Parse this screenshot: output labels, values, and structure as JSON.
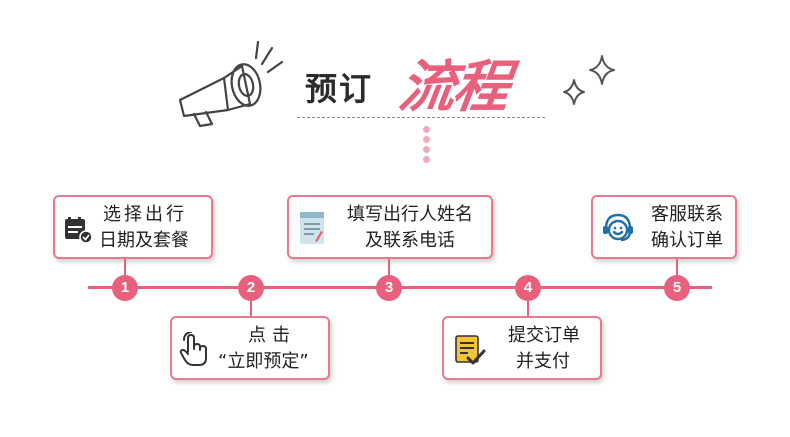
{
  "header": {
    "title_main": "预订",
    "title_accent": "流程"
  },
  "steps": [
    {
      "number": "1",
      "line1": "选择出行",
      "line2": "日期及套餐",
      "icon": "calendar-check-icon"
    },
    {
      "number": "2",
      "line1": "点击",
      "line2": "“立即预定”",
      "icon": "hand-pointer-icon"
    },
    {
      "number": "3",
      "line1": "填写出行人姓名",
      "line2": "及联系电话",
      "icon": "notepad-icon"
    },
    {
      "number": "4",
      "line1": "提交订单",
      "line2": "并支付",
      "icon": "document-check-icon"
    },
    {
      "number": "5",
      "line1": "客服联系",
      "line2": "确认订单",
      "icon": "headset-smile-icon"
    }
  ],
  "colors": {
    "accent": "#e8607c",
    "dots": "#f2a9b8",
    "text": "#222222"
  }
}
